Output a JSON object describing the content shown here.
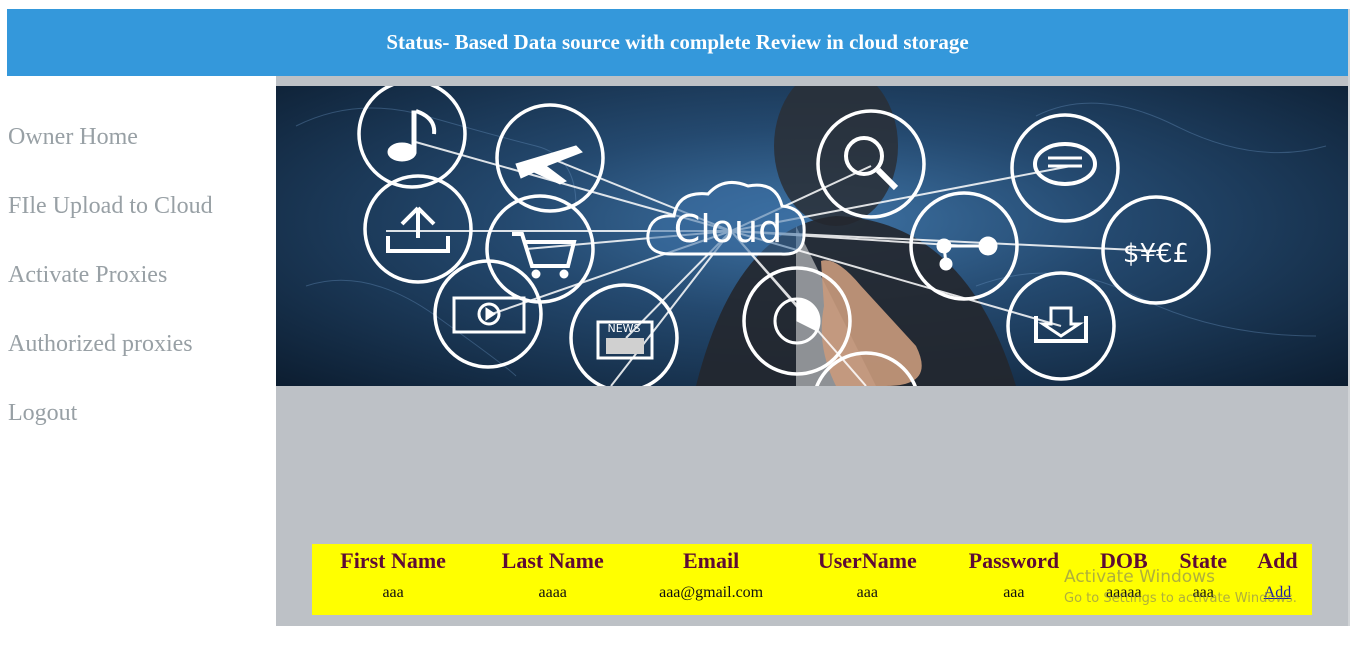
{
  "header": {
    "title": "Status- Based Data source with complete Review in cloud storage"
  },
  "sidebar": {
    "items": [
      {
        "label": "Owner Home"
      },
      {
        "label": "FIle Upload to Cloud"
      },
      {
        "label": "Activate Proxies"
      },
      {
        "label": "Authorized proxies"
      },
      {
        "label": "Logout"
      }
    ]
  },
  "banner": {
    "center_label": "Cloud",
    "news_label": "NEWS",
    "currency_glyphs": "$¥€£"
  },
  "table": {
    "headers": [
      "First Name",
      "Last Name",
      "Email",
      "UserName",
      "Password",
      "DOB",
      "State",
      "Add"
    ],
    "rows": [
      {
        "first_name": "aaa",
        "last_name": "aaaa",
        "email": "aaa@gmail.com",
        "username": "aaa",
        "password": "aaa",
        "dob": "aaaaa",
        "state": "aaa",
        "add_link": "Add"
      }
    ]
  },
  "watermark": {
    "title": "Activate Windows",
    "subtitle": "Go to Settings to activate Windows."
  },
  "colors": {
    "header_bg": "#3498db",
    "content_bg": "#bdc1c6",
    "table_bg": "#ffff00",
    "table_header_text": "#5d0b36",
    "sidebar_link": "#98a0a5"
  }
}
